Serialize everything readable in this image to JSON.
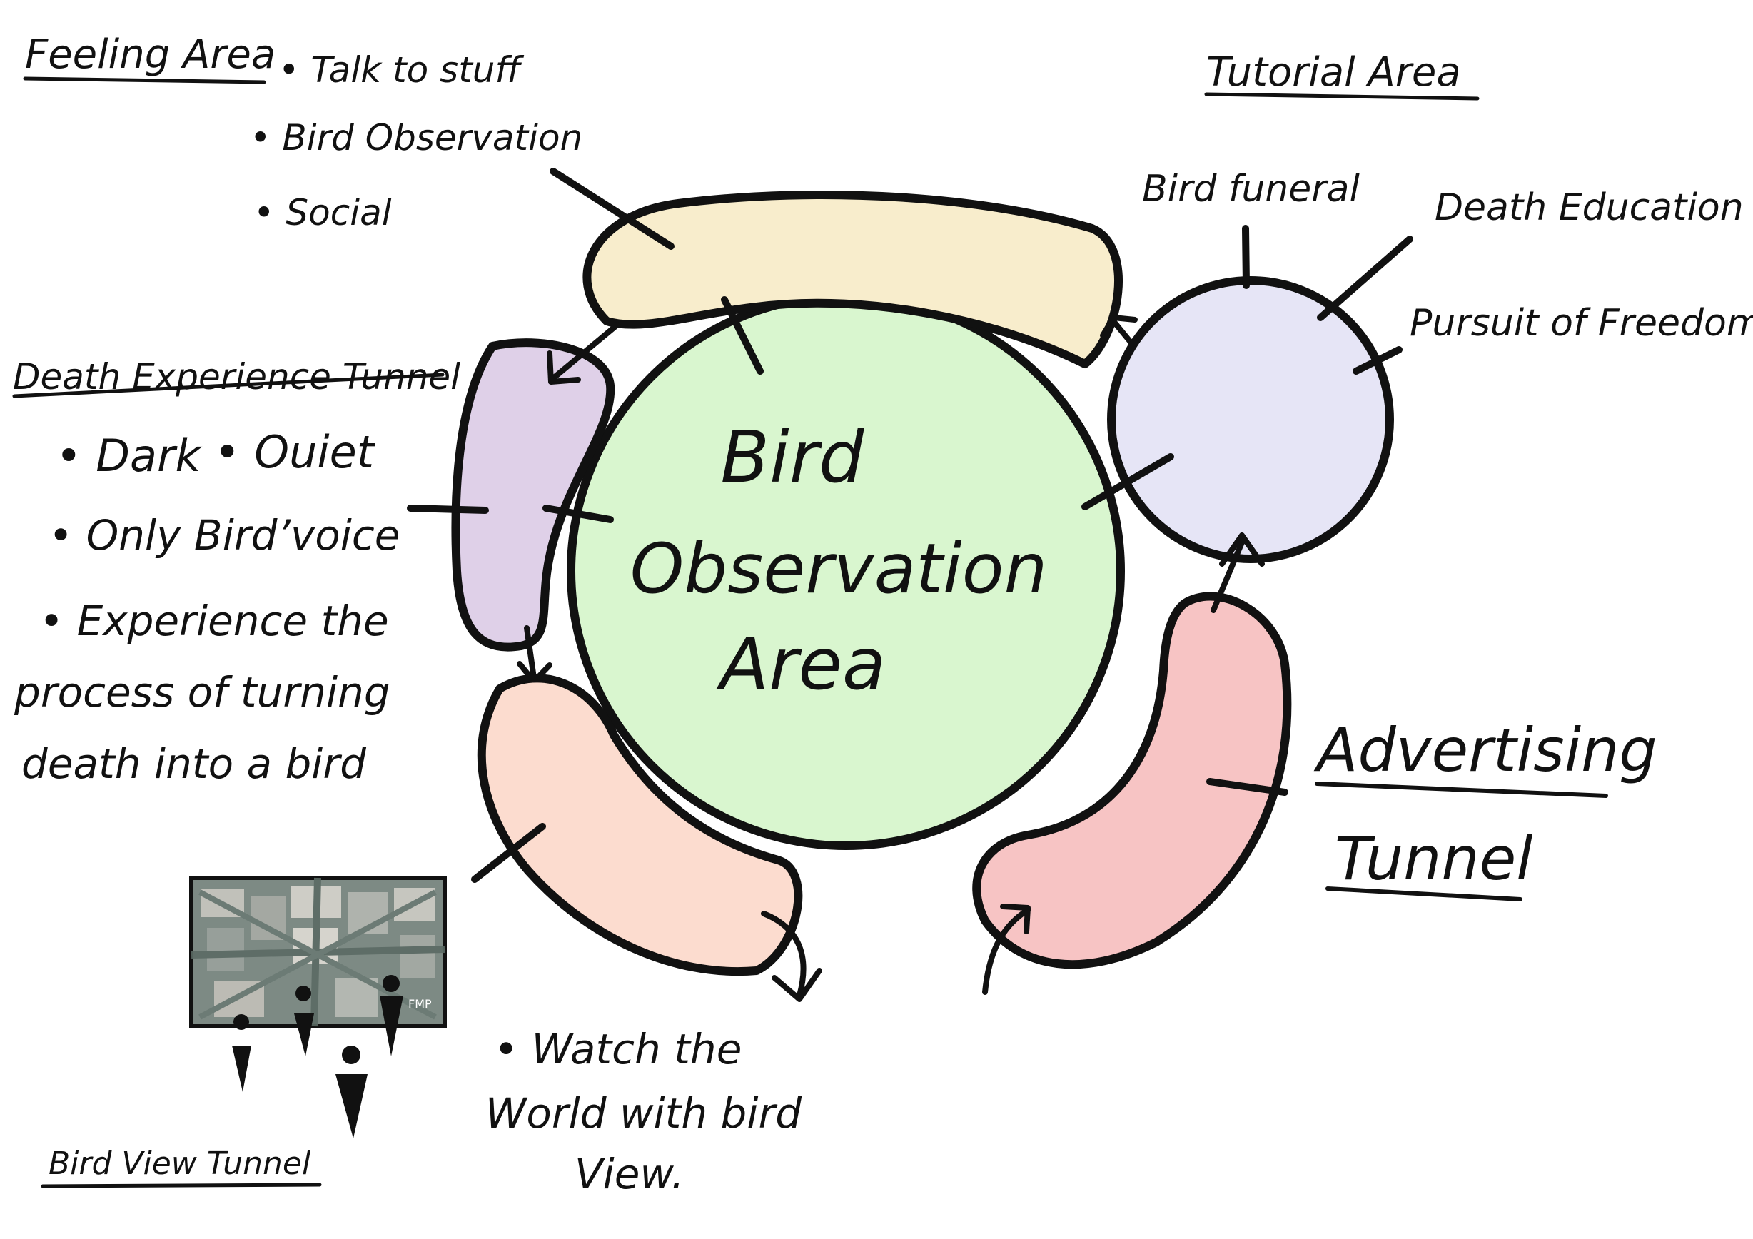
{
  "center": {
    "label_lines": [
      "Bird",
      "Observation",
      "Area"
    ],
    "color": "#d9f6cf"
  },
  "feeling_area": {
    "title": "Feeling Area",
    "bullets": [
      "• Talk to stuff",
      "• Bird Observation",
      "• Social"
    ],
    "color": "#f8edcc"
  },
  "tutorial_area": {
    "title": "Tutorial Area",
    "items": [
      "Bird funeral",
      "Death Education",
      "Pursuit of Freedom"
    ],
    "color": "#e6e5f6"
  },
  "death_tunnel": {
    "title": "Death Experience Tunnel",
    "bullets_row1": [
      "• Dark",
      "• Ouiet"
    ],
    "bullets": [
      "• Only Bird’voice",
      "• Experience the",
      "process of turning",
      "death into a bird"
    ],
    "color": "#dfd0e8"
  },
  "bird_view_tunnel": {
    "title": "Bird View Tunnel",
    "bullets": [
      "• Watch the",
      "World with bird",
      "View."
    ],
    "color": "#fcdccf",
    "photo_badge": "FMP"
  },
  "advertising_tunnel": {
    "title_lines": [
      "Advertising",
      "Tunnel"
    ],
    "color": "#f7c4c4"
  }
}
